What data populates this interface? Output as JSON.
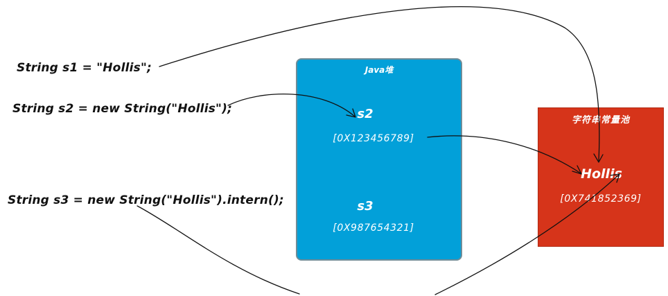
{
  "code_lines": {
    "s1": "String s1 = \"Hollis\";",
    "s2": "String s2 = new String(\"Hollis\");",
    "s3": "String s3 = new String(\"Hollis\").intern();"
  },
  "heap": {
    "title": "Java堆",
    "color": "#02a0d9",
    "objects": [
      {
        "name": "s2",
        "address": "[0X123456789]"
      },
      {
        "name": "s3",
        "address": "[0X987654321]"
      }
    ]
  },
  "string_pool": {
    "title": "字符串常量池",
    "color": "#d6341a",
    "entry": {
      "value": "Hollis",
      "address": "[0X741852369]"
    }
  }
}
